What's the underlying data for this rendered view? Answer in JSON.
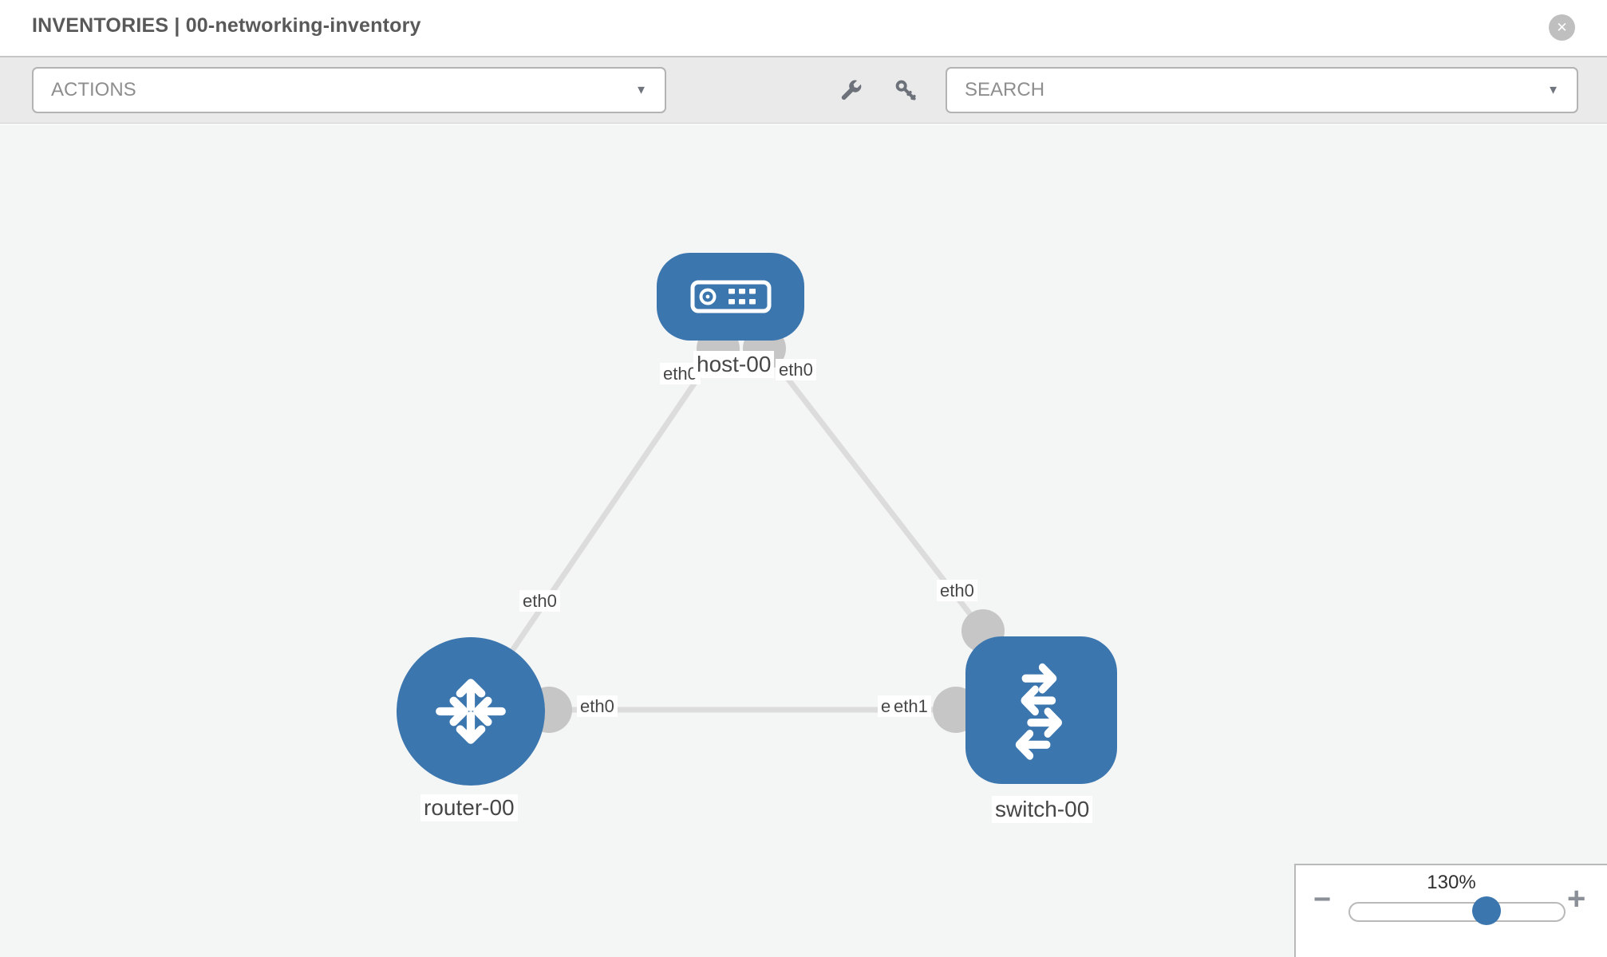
{
  "header": {
    "title": "INVENTORIES | 00-networking-inventory"
  },
  "toolbar": {
    "actions_label": "ACTIONS",
    "search_label": "SEARCH"
  },
  "icons": {
    "close": "✕",
    "dropdown": "▼",
    "wrench": "wrench-icon",
    "key": "key-icon",
    "minus": "−",
    "plus": "+"
  },
  "topology": {
    "nodes": [
      {
        "id": "host-00",
        "type": "host",
        "label": "host-00"
      },
      {
        "id": "router-00",
        "type": "router",
        "label": "router-00"
      },
      {
        "id": "switch-00",
        "type": "switch",
        "label": "switch-00"
      }
    ],
    "links": [
      {
        "source": "host-00",
        "source_interface": "eth0",
        "target": "router-00",
        "target_interface": "eth0"
      },
      {
        "source": "host-00",
        "source_interface": "eth0",
        "target": "switch-00",
        "target_interface": "eth0"
      },
      {
        "source": "router-00",
        "source_interface": "eth0",
        "target": "switch-00",
        "target_interface": "eth1"
      }
    ],
    "labels": {
      "host_name": "host-00",
      "router_name": "router-00",
      "switch_name": "switch-00",
      "host_if_left": "eth0",
      "host_if_right": "eth0",
      "link_host_router_if": "eth0",
      "router_if_right": "eth0",
      "switch_if_left_under": "eth0",
      "switch_if_left_over": "eth1",
      "switch_if_top": "eth0"
    },
    "colors": {
      "node_blue": "#3b76af",
      "link_gray": "#dcdcdc",
      "connector_gray": "#c6c6c6",
      "canvas_bg": "#f4f5f5"
    }
  },
  "zoom_control": {
    "level": "130%"
  }
}
